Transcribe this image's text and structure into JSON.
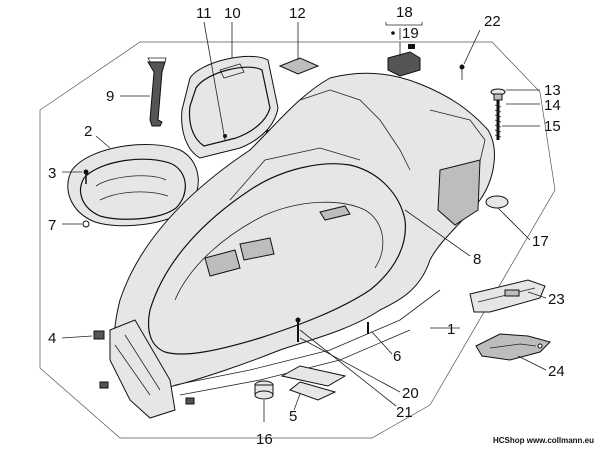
{
  "diagram": {
    "labels": {
      "p1": "1",
      "p2": "2",
      "p3": "3",
      "p4": "4",
      "p5": "5",
      "p6": "6",
      "p7": "7",
      "p8": "8",
      "p9": "9",
      "p10": "10",
      "p11": "11",
      "p12": "12",
      "p13": "13",
      "p14": "14",
      "p15": "15",
      "p16": "16",
      "p17": "17",
      "p18": "18",
      "p19": "19",
      "p20": "20",
      "p21": "21",
      "p22": "22",
      "p23": "23",
      "p24": "24"
    }
  },
  "watermark": "HCShop www.collmann.eu"
}
